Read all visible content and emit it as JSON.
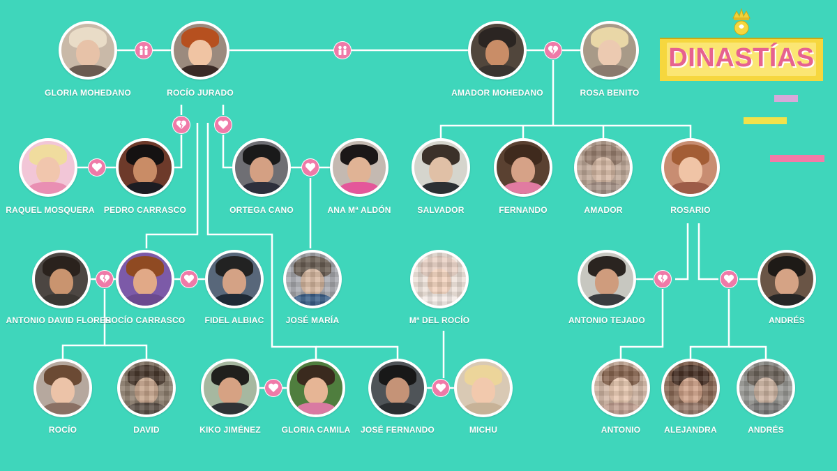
{
  "logo": {
    "title": "DINASTÍAS"
  },
  "colors": {
    "background": "#3fd6bb",
    "accent_pink": "#e6628f",
    "heart_pink": "#ef7aa8",
    "banner_yellow": "#f6d73e",
    "deco_lilac": "#d7a9d9",
    "deco_yellow": "#f2e24a",
    "deco_pink": "#f47aa7"
  },
  "people": [
    {
      "id": "gloria-mohedano",
      "name": "GLORIA MOHEDANO"
    },
    {
      "id": "rocio-jurado",
      "name": "ROCÍO JURADO"
    },
    {
      "id": "amador-mohedano",
      "name": "AMADOR MOHEDANO"
    },
    {
      "id": "rosa-benito",
      "name": "ROSA BENITO"
    },
    {
      "id": "raquel-mosquera",
      "name": "RAQUEL MOSQUERA"
    },
    {
      "id": "pedro-carrasco",
      "name": "PEDRO CARRASCO"
    },
    {
      "id": "ortega-cano",
      "name": "ORTEGA CANO"
    },
    {
      "id": "ana-aldon",
      "name": "ANA Mª ALDÓN"
    },
    {
      "id": "salvador",
      "name": "SALVADOR"
    },
    {
      "id": "fernando",
      "name": "FERNANDO"
    },
    {
      "id": "amador",
      "name": "AMADOR"
    },
    {
      "id": "rosario",
      "name": "ROSARIO"
    },
    {
      "id": "antonio-david-flores",
      "name": "ANTONIO  DAVID FLORES"
    },
    {
      "id": "rocio-carrasco",
      "name": "ROCÍO CARRASCO"
    },
    {
      "id": "fidel-albiac",
      "name": "FIDEL ALBIAC"
    },
    {
      "id": "jose-maria",
      "name": "JOSÉ MARÍA"
    },
    {
      "id": "ma-del-rocio",
      "name": "Mª DEL ROCÍO"
    },
    {
      "id": "antonio-tejado",
      "name": "ANTONIO TEJADO"
    },
    {
      "id": "andres-adult",
      "name": "ANDRÉS"
    },
    {
      "id": "rocio",
      "name": "ROCÍO"
    },
    {
      "id": "david",
      "name": "DAVID"
    },
    {
      "id": "kiko-jimenez",
      "name": "KIKO JIMÉNEZ"
    },
    {
      "id": "gloria-camila",
      "name": "GLORIA CAMILA"
    },
    {
      "id": "jose-fernando",
      "name": "JOSÉ FERNANDO"
    },
    {
      "id": "michu",
      "name": "MICHU"
    },
    {
      "id": "antonio",
      "name": "ANTONIO"
    },
    {
      "id": "alejandra",
      "name": "ALEJANDRA"
    },
    {
      "id": "andres-child",
      "name": "ANDRÉS"
    }
  ],
  "relationships": [
    {
      "between": [
        "gloria-mohedano",
        "rocio-jurado"
      ],
      "type": "siblings",
      "icon": "siblings-icon"
    },
    {
      "between": [
        "rocio-jurado",
        "amador-mohedano"
      ],
      "type": "siblings",
      "icon": "siblings-icon"
    },
    {
      "between": [
        "amador-mohedano",
        "rosa-benito"
      ],
      "type": "divorced",
      "icon": "broken-heart-icon"
    },
    {
      "between": [
        "rocio-jurado",
        "pedro-carrasco"
      ],
      "type": "divorced",
      "icon": "broken-heart-icon"
    },
    {
      "between": [
        "rocio-jurado",
        "ortega-cano"
      ],
      "type": "married",
      "icon": "heart-icon"
    },
    {
      "between": [
        "raquel-mosquera",
        "pedro-carrasco"
      ],
      "type": "married",
      "icon": "heart-icon"
    },
    {
      "between": [
        "ortega-cano",
        "ana-aldon"
      ],
      "type": "couple",
      "icon": "heart-icon"
    },
    {
      "between": [
        "antonio-david-flores",
        "rocio-carrasco"
      ],
      "type": "divorced",
      "icon": "broken-heart-icon"
    },
    {
      "between": [
        "rocio-carrasco",
        "fidel-albiac"
      ],
      "type": "married",
      "icon": "heart-icon"
    },
    {
      "between": [
        "kiko-jimenez",
        "gloria-camila"
      ],
      "type": "couple",
      "icon": "heart-icon"
    },
    {
      "between": [
        "jose-fernando",
        "michu"
      ],
      "type": "couple",
      "icon": "heart-icon"
    },
    {
      "between": [
        "rosario",
        "antonio-tejado"
      ],
      "type": "divorced",
      "icon": "broken-heart-icon"
    },
    {
      "between": [
        "rosario",
        "andres-adult"
      ],
      "type": "married",
      "icon": "heart-icon"
    }
  ]
}
